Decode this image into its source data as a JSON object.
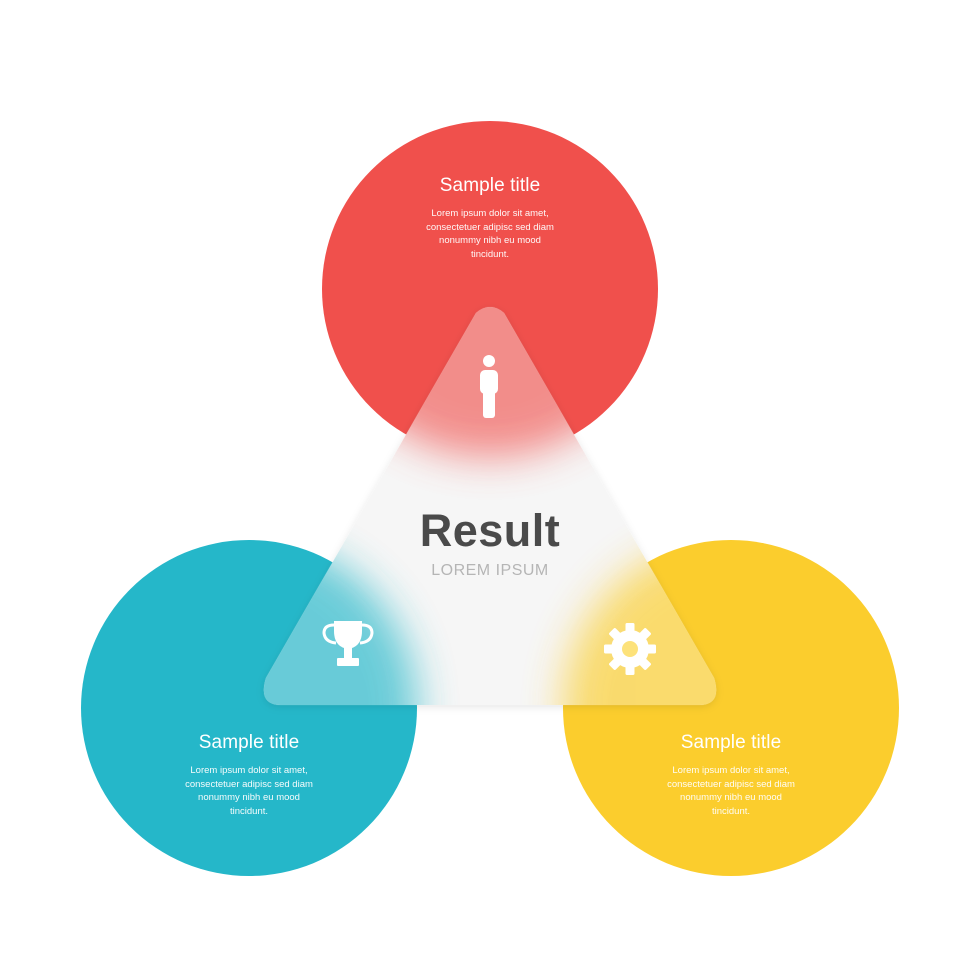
{
  "center": {
    "title": "Result",
    "subtitle": "LOREM IPSUM"
  },
  "nodes": [
    {
      "id": "top",
      "color": "#f0504c",
      "title": "Sample title",
      "body": "Lorem ipsum dolor sit amet, consectetuer adipisc sed diam nonummy nibh eu mood tincidunt.",
      "icon": "person-icon"
    },
    {
      "id": "left",
      "color": "#25b7c9",
      "title": "Sample title",
      "body": "Lorem ipsum dolor sit amet, consectetuer adipisc sed diam nonummy nibh eu mood tincidunt.",
      "icon": "trophy-icon"
    },
    {
      "id": "right",
      "color": "#fbcd2d",
      "title": "Sample title",
      "body": "Lorem ipsum dolor sit amet, consectetuer adipisc sed diam nonummy nibh eu mood tincidunt.",
      "icon": "gear-icon"
    }
  ],
  "colors": {
    "red": "#f0504c",
    "teal": "#25b7c9",
    "yellow": "#fbcd2d",
    "glass": "#f4f4f4",
    "text_dark": "#4a4a4a",
    "text_muted": "#b5b5b5"
  }
}
